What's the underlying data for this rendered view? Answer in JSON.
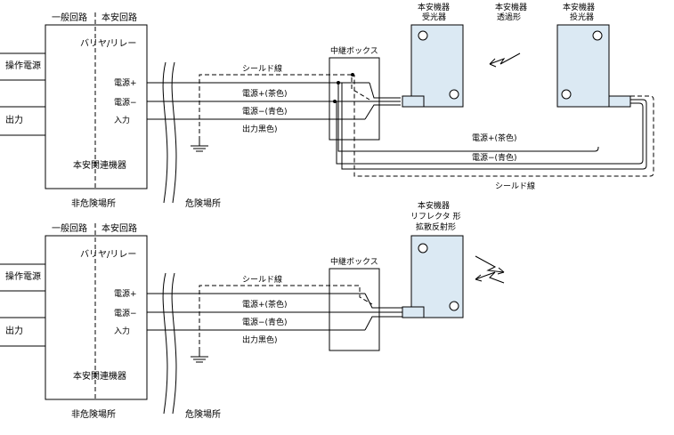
{
  "top": {
    "general_circuit": "一般回路",
    "is_circuit": "本安回路",
    "barrier": "バリヤ/リレー",
    "op_power": "操作電源",
    "output": "出力",
    "power_plus": "電源+",
    "power_minus": "電源−",
    "input": "入力",
    "device": "本安関連機器",
    "non_hazard": "非危険場所",
    "hazard": "危険場所",
    "shield": "シールド線",
    "wire_brown": "電源+(茶色)",
    "wire_blue": "電源−(青色)",
    "wire_black": "出力黒色)",
    "junction": "中継ボックス",
    "receiver_title": "本安機器",
    "receiver_sub": "受光器",
    "through_title": "本安機器",
    "through_sub": "透過形",
    "emitter_title": "本安機器",
    "emitter_sub": "投光器",
    "wire_brown_2": "電源+(茶色)",
    "wire_blue_2": "電源−(青色)",
    "shield_2": "シールド線"
  },
  "bottom": {
    "general_circuit": "一般回路",
    "is_circuit": "本安回路",
    "barrier": "バリヤ/リレー",
    "op_power": "操作電源",
    "output": "出力",
    "power_plus": "電源+",
    "power_minus": "電源−",
    "input": "入力",
    "device": "本安関連機器",
    "non_hazard": "非危険場所",
    "hazard": "危険場所",
    "shield": "シールド線",
    "wire_brown": "電源+(茶色)",
    "wire_blue": "電源−(青色)",
    "wire_black": "出力黒色)",
    "junction": "中継ボックス",
    "sensor_title": "本安機器",
    "sensor_line2": "リフレクタ 形",
    "sensor_line3": "拡散反射形"
  },
  "colors": {
    "sensor_fill": "#dbe9f3",
    "line": "#000000"
  }
}
